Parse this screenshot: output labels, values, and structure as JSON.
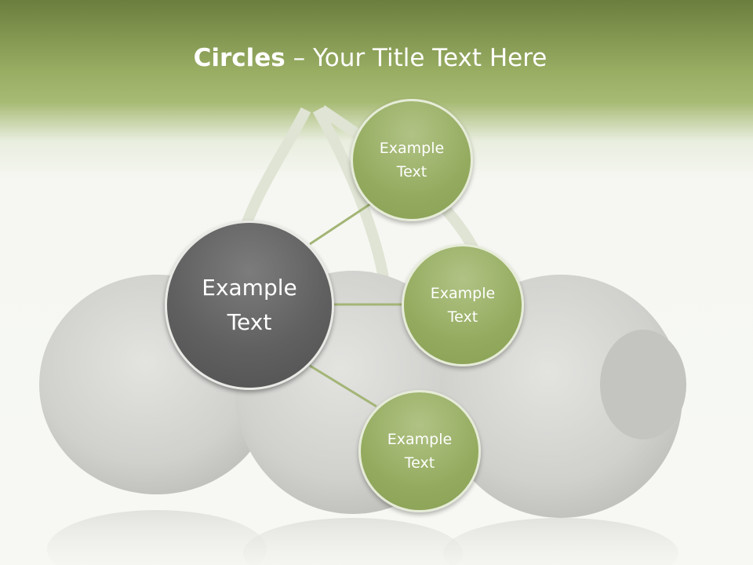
{
  "title": {
    "bold": "Circles",
    "rest": " – Your Title Text Here"
  },
  "main_circle": {
    "label": "Example Text"
  },
  "circles": [
    {
      "label": "Example Text"
    },
    {
      "label": "Example Text"
    },
    {
      "label": "Example Text"
    }
  ],
  "colors": {
    "header": "#98ad62",
    "main_circle": "#606060",
    "sub_circle": "#94ab5f",
    "connector": "#a3b576"
  }
}
